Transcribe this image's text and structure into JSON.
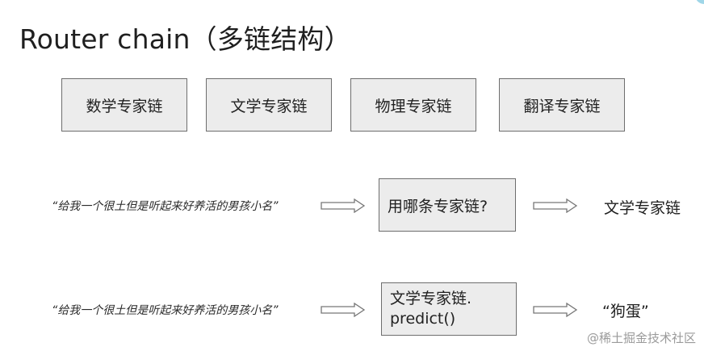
{
  "title": "Router chain（多链结构）",
  "chains": [
    "数学专家链",
    "文学专家链",
    "物理专家链",
    "翻译专家链"
  ],
  "row1": {
    "quote": "“给我一个很土但是听起来好养活的男孩小名”",
    "question": "用哪条专家链?",
    "result": "文学专家链"
  },
  "row2": {
    "quote": "“给我一个很土但是听起来好养活的男孩小名”",
    "call_line1": "文学专家链.",
    "call_line2": "predict()",
    "result": "“狗蛋”"
  },
  "watermark": "@稀土掘金技术社区"
}
